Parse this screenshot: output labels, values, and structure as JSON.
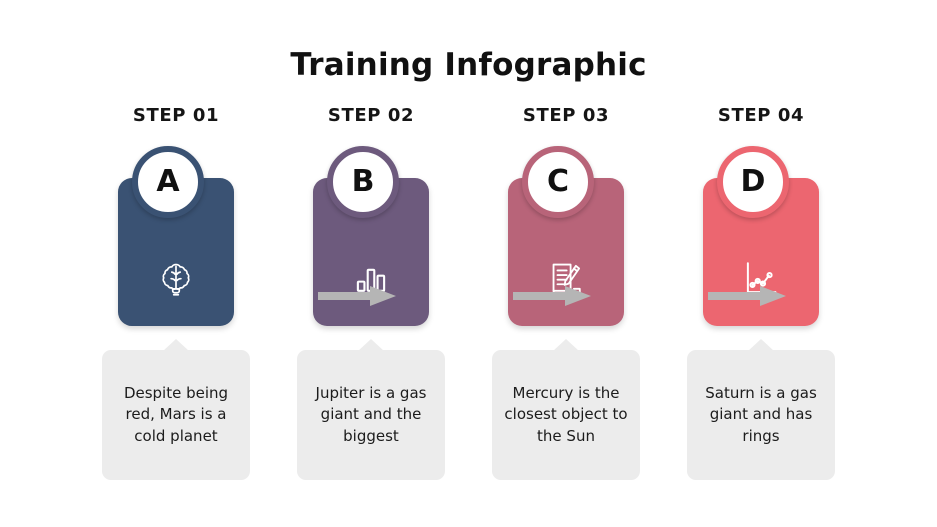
{
  "page": {
    "title": "Training Infographic",
    "background_color": "#ffffff"
  },
  "palette": {
    "step_1": "#3a5273",
    "step_2": "#6d5a7d",
    "step_3": "#b86479",
    "step_4": "#ec6670",
    "arrow": "#b5b5b5",
    "caption_background": "#ececec",
    "text": "#1c1c1c",
    "circle_fill": "#ffffff"
  },
  "steps": [
    {
      "label": "STEP 01",
      "letter": "A",
      "color": "#3a5273",
      "icon": "brain-bulb-icon",
      "caption": "Despite being red, Mars is a cold planet"
    },
    {
      "label": "STEP 02",
      "letter": "B",
      "color": "#6d5a7d",
      "icon": "bar-chart-icon",
      "caption": "Jupiter is a gas giant and the biggest"
    },
    {
      "label": "STEP 03",
      "letter": "C",
      "color": "#b86479",
      "icon": "document-pencil-icon",
      "caption": "Mercury is the closest object to the Sun"
    },
    {
      "label": "STEP 04",
      "letter": "D",
      "color": "#ec6670",
      "icon": "line-chart-icon",
      "caption": "Saturn is a gas giant and has rings"
    }
  ],
  "arrows": [
    {
      "name": "arrow-step1-to-step2"
    },
    {
      "name": "arrow-step2-to-step3"
    },
    {
      "name": "arrow-step3-to-step4"
    }
  ]
}
